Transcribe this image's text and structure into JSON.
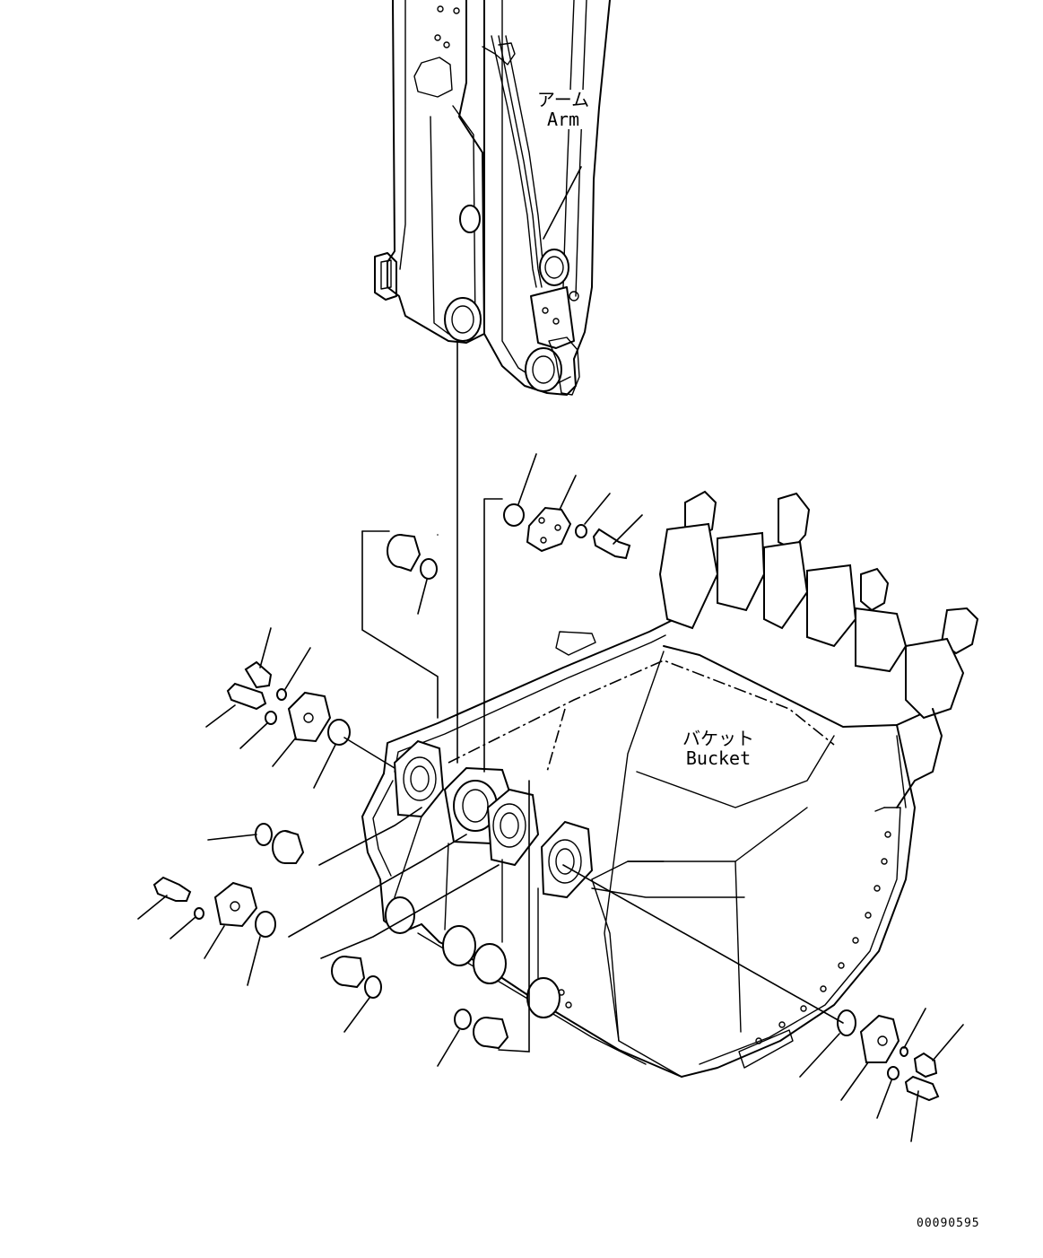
{
  "labels": {
    "arm_jp": "アーム",
    "arm_en": "Arm",
    "bucket_jp": "バケット",
    "bucket_en": "Bucket"
  },
  "document_number": "00090595"
}
